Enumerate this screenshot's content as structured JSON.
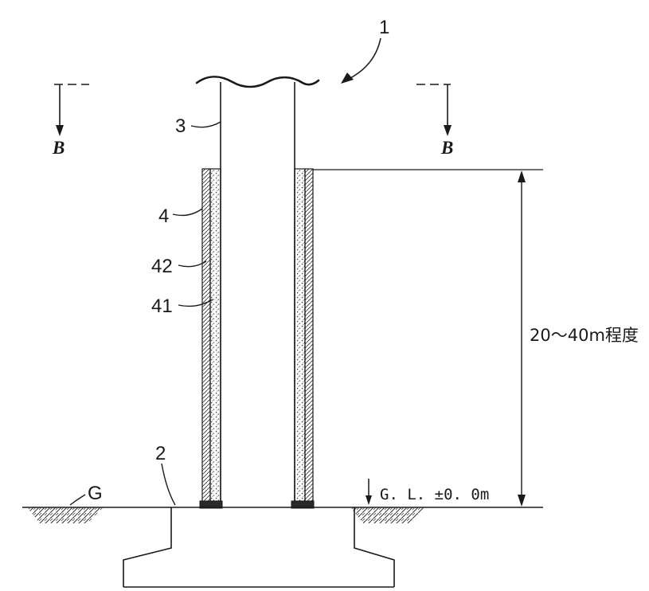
{
  "figure": {
    "labels": {
      "ref1": "1",
      "ref3": "3",
      "ref4": "4",
      "ref42": "42",
      "ref41": "41",
      "ref2": "2",
      "refG": "G",
      "section_left": "B",
      "section_right": "B"
    },
    "annotations": {
      "ground_level": "G. L. ±0. 0m",
      "height_dimension": "20〜40m程度"
    },
    "colors": {
      "line": "#1a1a1a",
      "background": "#ffffff"
    }
  }
}
